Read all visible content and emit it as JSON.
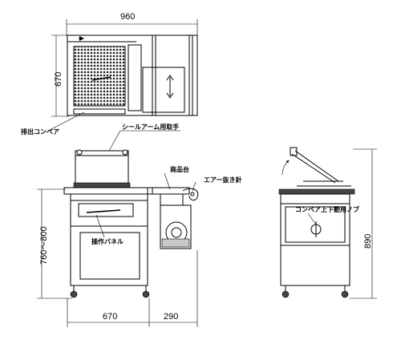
{
  "dimensions": {
    "top_width": "960",
    "top_depth": "670",
    "front_height": "760～800",
    "front_width": "670",
    "side_extension": "290",
    "side_height": "890"
  },
  "labels": {
    "discharge_conveyor": "排出コンベア",
    "seal_arm_handle": "シールアーム用取手",
    "product_table": "商品台",
    "air_vent_needle": "エアー抜き針",
    "control_panel": "操作パネル",
    "conveyor_switch": "コンベア上下動用ノブ"
  }
}
